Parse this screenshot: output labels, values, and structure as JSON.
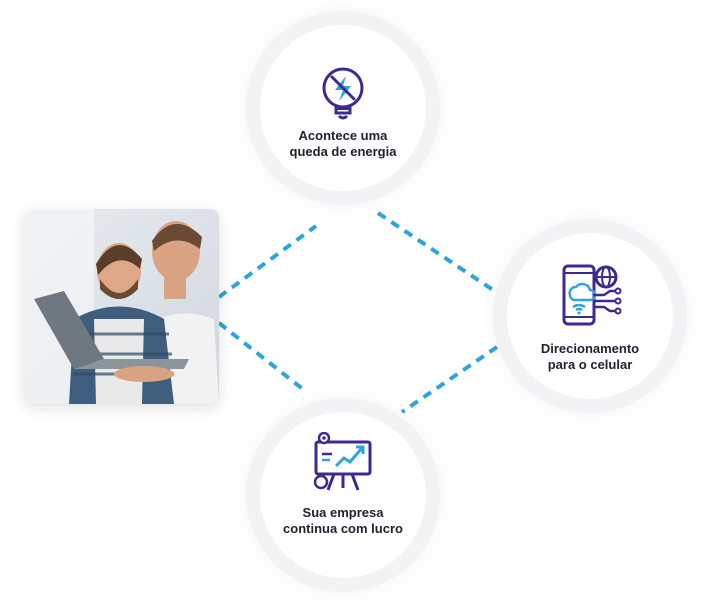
{
  "nodes": {
    "energy": {
      "line1": "Acontece uma",
      "line2": "queda de energia",
      "icon": "power-outage-bulb-icon"
    },
    "phone": {
      "line1": "Direcionamento",
      "line2": "para o celular",
      "icon": "phone-cloud-network-icon"
    },
    "profit": {
      "line1": "Sua empresa",
      "line2": "continua com lucro",
      "icon": "growth-chart-board-icon"
    }
  },
  "photo": {
    "icon": "people-with-laptop-photo"
  },
  "colors": {
    "connector": "#2ea3dc",
    "icon_stroke": "#3b2a8f",
    "icon_accent": "#2ea3dc",
    "text": "#222230",
    "circle_ring": "#f3f3f5"
  }
}
